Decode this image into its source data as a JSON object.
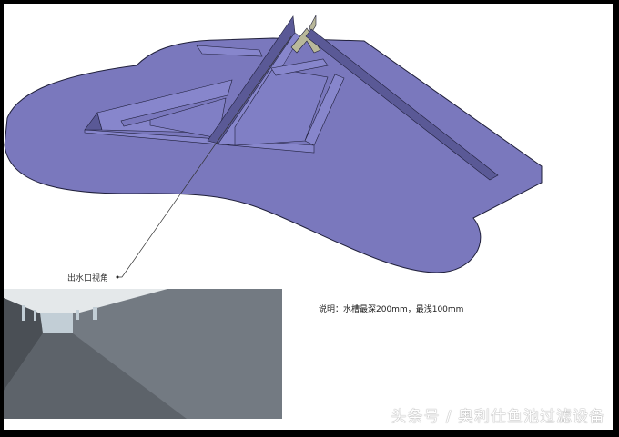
{
  "diagram": {
    "colors": {
      "floor": "#7a78bd",
      "floor_light": "#8786cc",
      "wall_dark": "#5a5996",
      "beige": "#b9b89a",
      "outline": "#1f1f3a",
      "view_ceiling": "#e4e8ea",
      "view_left_wall": "#4a4f55",
      "view_floor": "#5d636a",
      "view_right_wall": "#737a82",
      "view_back_wall": "#c2ced6"
    },
    "callout_label": "出水口视角",
    "note": "说明：水槽最深200mm，最浅100mm",
    "watermark": "头条号 / 奥利仕鱼池过滤设备"
  }
}
